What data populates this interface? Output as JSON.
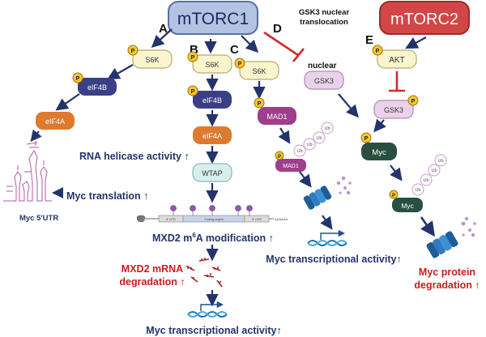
{
  "complexes": {
    "mtorc1": "mTORC1",
    "mtorc2": "mTORC2"
  },
  "panel_letters": {
    "a": "A",
    "b": "B",
    "c": "C",
    "d": "D",
    "e": "E"
  },
  "nodes": {
    "s6k": "S6K",
    "eif4b": "eIF4B",
    "eif4a": "eIF4A",
    "wtap": "WTAP",
    "gsk3": "GSK3",
    "mad1": "MAD1",
    "akt": "AKT",
    "myc": "Myc",
    "phospho": "P",
    "ubiquitin": "Ub"
  },
  "labels": {
    "gsk3_translocation": [
      "GSK3 nuclear",
      "translocation"
    ],
    "nuclear": "nuclear",
    "rna_helicase": "RNA helicase activity ↑",
    "myc_translation": "Myc translation ↑",
    "myc_5utr": "Myc 5'UTR",
    "mxd2_mod_prefix": "MXD2 m",
    "mxd2_mod_sup": "6",
    "mxd2_mod_suffix": "A modification ↑",
    "mxd2_mrna_deg": [
      "MXD2 mRNA",
      "degradation ↑"
    ],
    "myc_transcr_b": "Myc transcriptional activity↑",
    "myc_transcr_c": "Myc transcriptional activity↑",
    "myc_protein_deg": [
      "Myc protein",
      "degradation ↑"
    ],
    "mrna_regions": [
      "5' UTR",
      "Coding region",
      "3' UTR"
    ],
    "poly_a": "AAAAAA"
  },
  "colors": {
    "mtorc1_fill": "#b3c3e3",
    "mtorc2_fill": "#d14747",
    "s6k_fill": "#fbf5cf",
    "eif4b_fill": "#3b3f86",
    "eif4a_fill": "#de7a2e",
    "wtap_fill": "#d9efed",
    "gsk3_fill": "#ead3ea",
    "mad1_fill": "#9e3f8c",
    "myc_fill": "#284f40",
    "phospho_fill": "#f4c52e",
    "arrow": "#23346b",
    "inhibit": "#d22a2a",
    "label_blue": "#23346b",
    "label_red": "#c62020"
  }
}
